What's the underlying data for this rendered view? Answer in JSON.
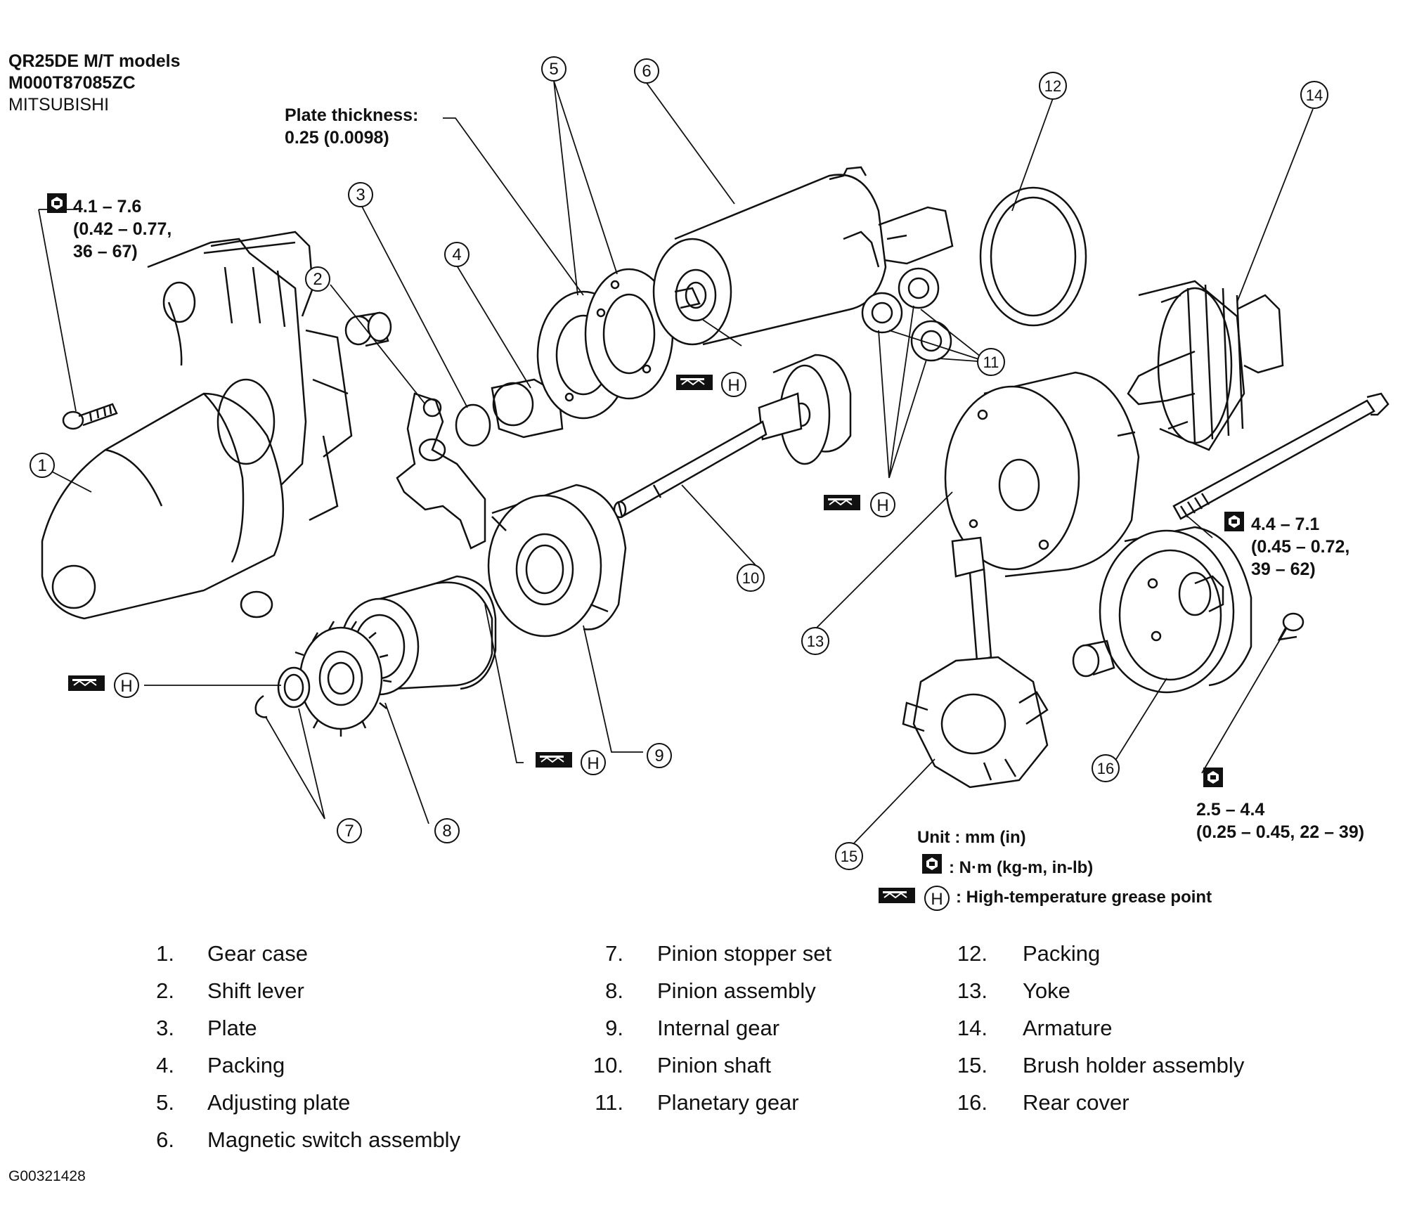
{
  "header": {
    "line1": "QR25DE M/T models",
    "line2": "M000T87085ZC",
    "line3": "MITSUBISHI"
  },
  "plate_thickness": {
    "label": "Plate thickness:",
    "value": "0.25 (0.0098)"
  },
  "torque_specs": [
    {
      "line1": "4.1 – 7.6",
      "line2": "(0.42 – 0.77,",
      "line3": "36 – 67)"
    },
    {
      "line1": "4.4 – 7.1",
      "line2": "(0.45 – 0.72,",
      "line3": "39 – 62)"
    },
    {
      "line1": "2.5 – 4.4",
      "line2": "(0.25 – 0.45, 22 – 39)"
    }
  ],
  "grease_mark": "H",
  "callouts": [
    "1",
    "2",
    "3",
    "4",
    "5",
    "6",
    "7",
    "8",
    "9",
    "10",
    "11",
    "12",
    "13",
    "14",
    "15",
    "16"
  ],
  "legend": {
    "unit": "Unit : mm (in)",
    "torque": ": N·m (kg-m, in-lb)",
    "grease": ": High-temperature grease point"
  },
  "parts": [
    {
      "num": "1.",
      "name": "Gear case"
    },
    {
      "num": "2.",
      "name": "Shift lever"
    },
    {
      "num": "3.",
      "name": "Plate"
    },
    {
      "num": "4.",
      "name": "Packing"
    },
    {
      "num": "5.",
      "name": "Adjusting plate"
    },
    {
      "num": "6.",
      "name": "Magnetic switch assembly"
    },
    {
      "num": "7.",
      "name": "Pinion stopper set"
    },
    {
      "num": "8.",
      "name": "Pinion assembly"
    },
    {
      "num": "9.",
      "name": "Internal gear"
    },
    {
      "num": "10.",
      "name": "Pinion shaft"
    },
    {
      "num": "11.",
      "name": "Planetary gear"
    },
    {
      "num": "12.",
      "name": "Packing"
    },
    {
      "num": "13.",
      "name": "Yoke"
    },
    {
      "num": "14.",
      "name": "Armature"
    },
    {
      "num": "15.",
      "name": "Brush holder assembly"
    },
    {
      "num": "16.",
      "name": "Rear cover"
    }
  ],
  "figure_id": "G00321428"
}
